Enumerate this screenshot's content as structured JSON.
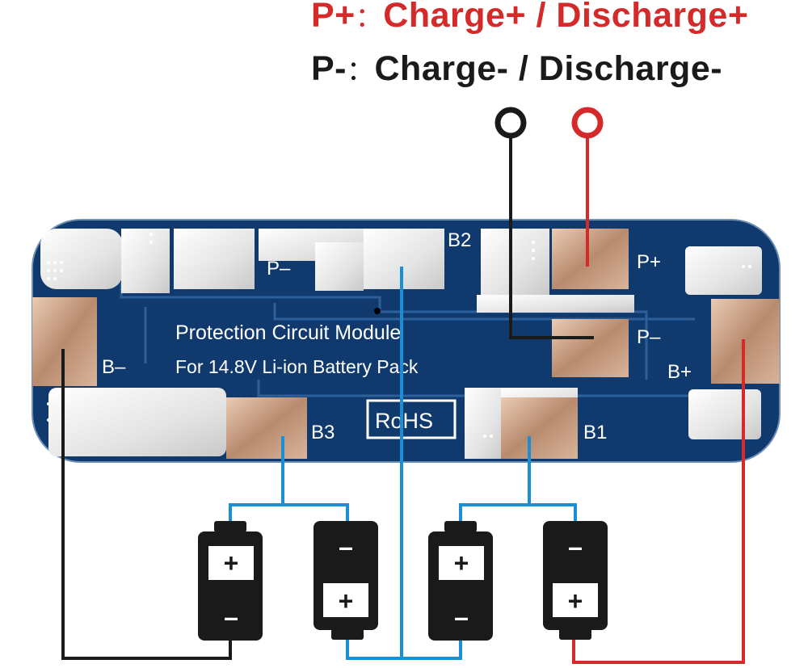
{
  "legend": {
    "p_plus": {
      "symbol": "P+",
      "sep": "：",
      "text": "Charge+ / Discharge+",
      "color": "#d42a2a"
    },
    "p_minus": {
      "symbol": "P-",
      "sep": "：",
      "text": "Charge- / Discharge-",
      "color": "#1a1a1a"
    }
  },
  "board": {
    "title": "Protection Circuit Module",
    "subtitle": "For 14.8V Li-ion Battery Pack",
    "rohs": "RoHS",
    "pads": {
      "b_minus": "B–",
      "b_plus": "B+",
      "p_minus": "P–",
      "p_plus": "P+",
      "b1": "B1",
      "b2": "B2",
      "b3": "B3"
    },
    "color": "#103a6e"
  },
  "batteries": [
    {
      "top": "+",
      "bottom": "–"
    },
    {
      "top": "–",
      "bottom": "+"
    },
    {
      "top": "+",
      "bottom": "–"
    },
    {
      "top": "–",
      "bottom": "+"
    }
  ],
  "wire_colors": {
    "positive": "#d42a2a",
    "negative": "#1a1a1a",
    "balance": "#1a8fd6"
  }
}
